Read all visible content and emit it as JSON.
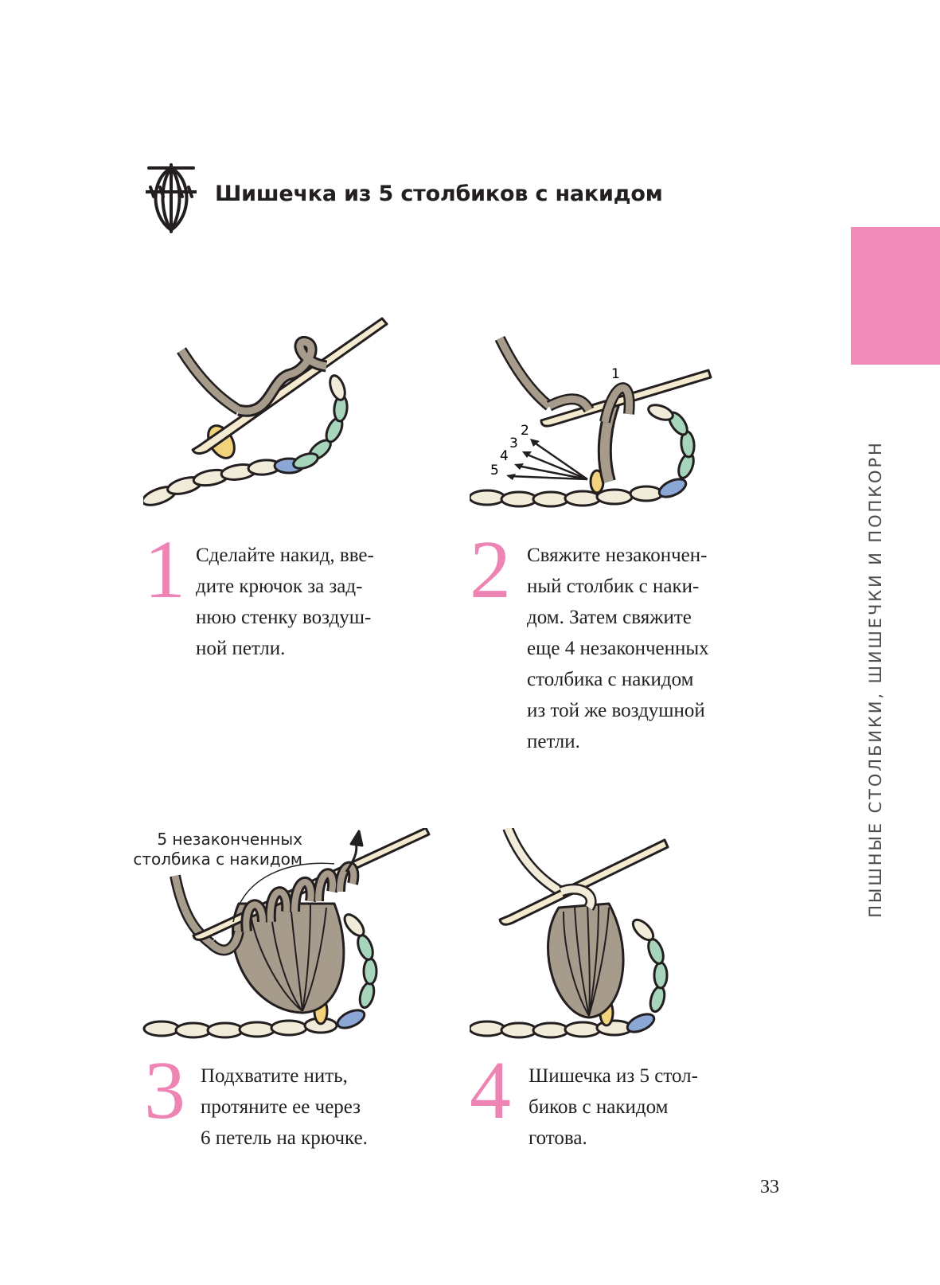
{
  "title": "Шишечка из 5 столбиков с накидом",
  "side_label": "ПЫШНЫЕ СТОЛБИКИ, ШИШЕЧКИ И ПОПКОРН",
  "colors": {
    "accent_pink": "#f08bb9",
    "step_number_pink": "#ee84b4",
    "yarn_taupe": "#a79b8c",
    "yarn_cream": "#f1ecd9",
    "yarn_mint": "#a7d5bb",
    "yarn_blue": "#8aa7d6",
    "yarn_yellow": "#f2d27a",
    "hook_cream": "#f4ead0"
  },
  "icons": [
    "cluster-stitch-symbol-icon",
    "crochet-hook-icon",
    "arrow-icon"
  ],
  "steps": [
    {
      "number": "1",
      "lines": [
        "Сделайте накид, вве-",
        "дите крючок за зад-",
        "нюю стенку воздуш-",
        "ной петли."
      ]
    },
    {
      "number": "2",
      "lines": [
        "Свяжите незакончен-",
        "ный столбик с наки-",
        "дом. Затем свяжите",
        "еще 4 незаконченных",
        "столбика с накидом",
        "из той же воздушной",
        "петли."
      ]
    },
    {
      "number": "3",
      "lines": [
        "Подхватите нить,",
        "протяните ее через",
        "6 петель на крючке."
      ]
    },
    {
      "number": "4",
      "lines": [
        "Шишечка из 5 стол-",
        "биков с накидом",
        "готова."
      ]
    }
  ],
  "illustration_2_labels": [
    "1",
    "2",
    "3",
    "4",
    "5"
  ],
  "illustration_3_annotation": [
    "5 незаконченных",
    "столбика с накидом"
  ],
  "page_number": "33"
}
